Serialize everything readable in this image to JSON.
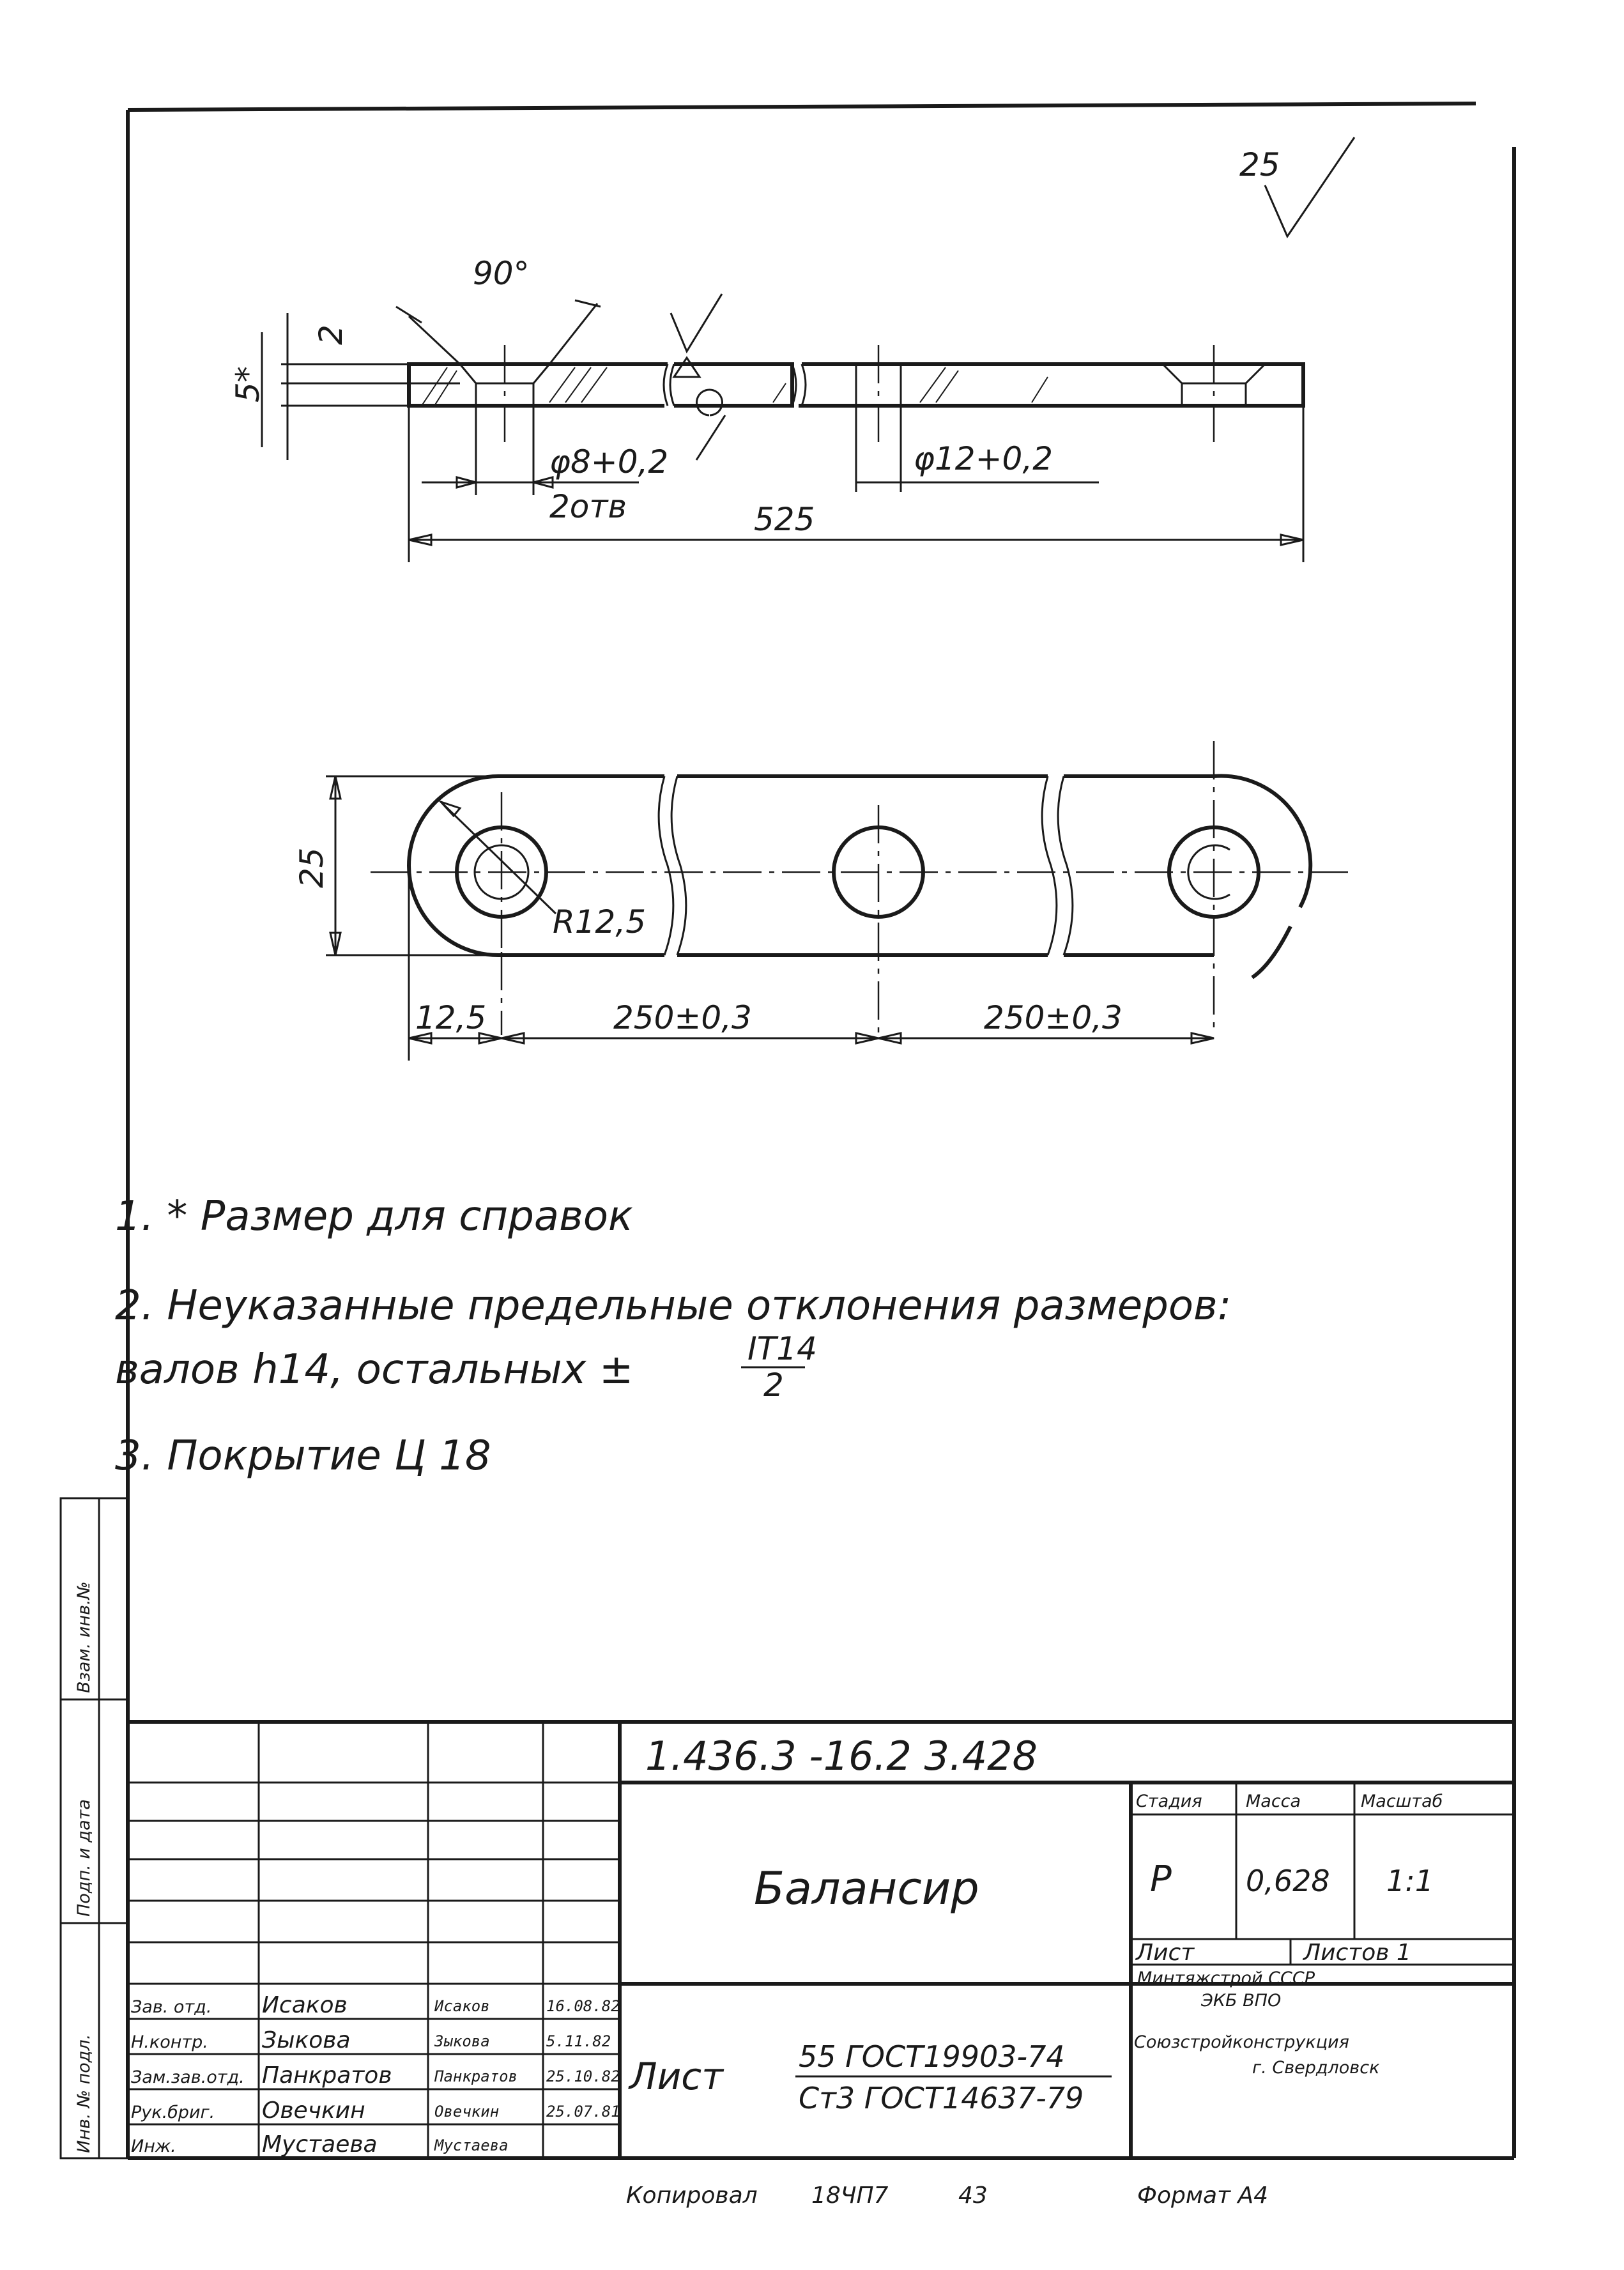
{
  "roughness": {
    "general": "25"
  },
  "dims": {
    "angle": "90°",
    "depth": "2",
    "thickness": "5*",
    "hole_small": "φ8+0,2",
    "hole_small_count": "2отв",
    "hole_large": "φ12+0,2",
    "length": "525",
    "width": "25",
    "radius": "R12,5",
    "end": "12,5",
    "pitch1": "250±0,3",
    "pitch2": "250±0,3"
  },
  "notes": {
    "n1": "1. * Размер для справок",
    "n2a": "2. Неуказанные предельные отклонения размеров:",
    "n2b": "валов h14, остальных ±",
    "n2_num": "IT14",
    "n2_den": "2",
    "n3": "3. Покрытие Ц 18"
  },
  "side_stamp": {
    "c1": "Инв. № подл.",
    "c2": "Подп. и дата",
    "c3": "Взам. инв.№"
  },
  "title_block": {
    "designation": "1.436.3 -16.2 3.428",
    "name": "Балансир",
    "material_top": "55 ГОСТ19903-74",
    "material_bottom": "Ст3 ГОСТ14637-79",
    "material_prefix": "Лист",
    "headers": {
      "stage": "Стадия",
      "mass": "Масса",
      "scale": "Масштаб"
    },
    "stage": "Р",
    "mass": "0,628",
    "scale": "1:1",
    "sheet": "Лист",
    "sheets": "Листов 1",
    "org1": "Минтяжстрой СССР",
    "org2": "ЭКБ ВПО",
    "org3": "Союзстройконструкция",
    "org4": "г. Свердловск",
    "roles": [
      "Зав. отд.",
      "Н.контр.",
      "Зам.зав.отд.",
      "Рук.бриг.",
      "Инж."
    ],
    "names": [
      "Исаков",
      "Зыкова",
      "Панкратов",
      "Овечкин",
      "Мустаева"
    ],
    "dates": [
      "16.08.82",
      "5.11.82",
      "25.10.82",
      "25.07.81",
      ""
    ],
    "signatures": [
      "Исаков",
      "Зыкова",
      "Панкратов",
      "Овечкин",
      "Мустаева"
    ]
  },
  "footer": {
    "copied": "Копировал",
    "copy_num": "18ЧП7",
    "copy_num2": "43",
    "format": "Формат А4"
  }
}
